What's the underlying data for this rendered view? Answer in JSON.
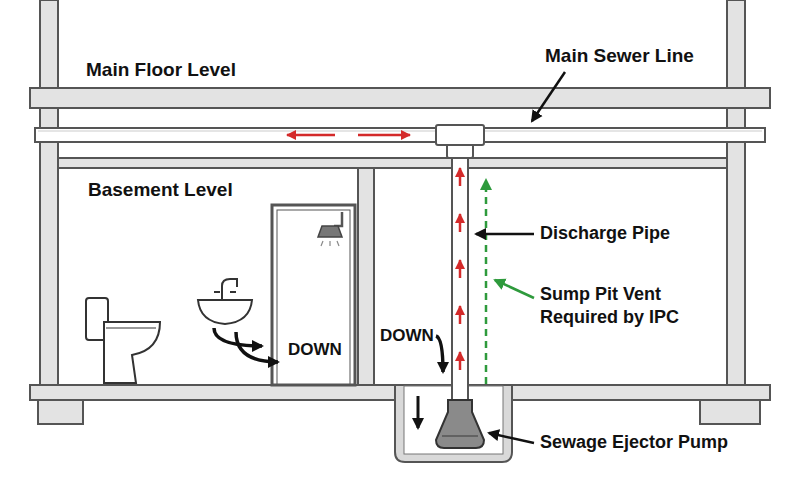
{
  "diagram": {
    "labels": [
      "Main Floor Level",
      "Main Sewer Line",
      "Basement Level",
      "DOWN",
      "DOWN",
      "Discharge Pipe",
      "Sump Pit Vent Required by IPC",
      "Sewage Ejector Pump"
    ]
  }
}
